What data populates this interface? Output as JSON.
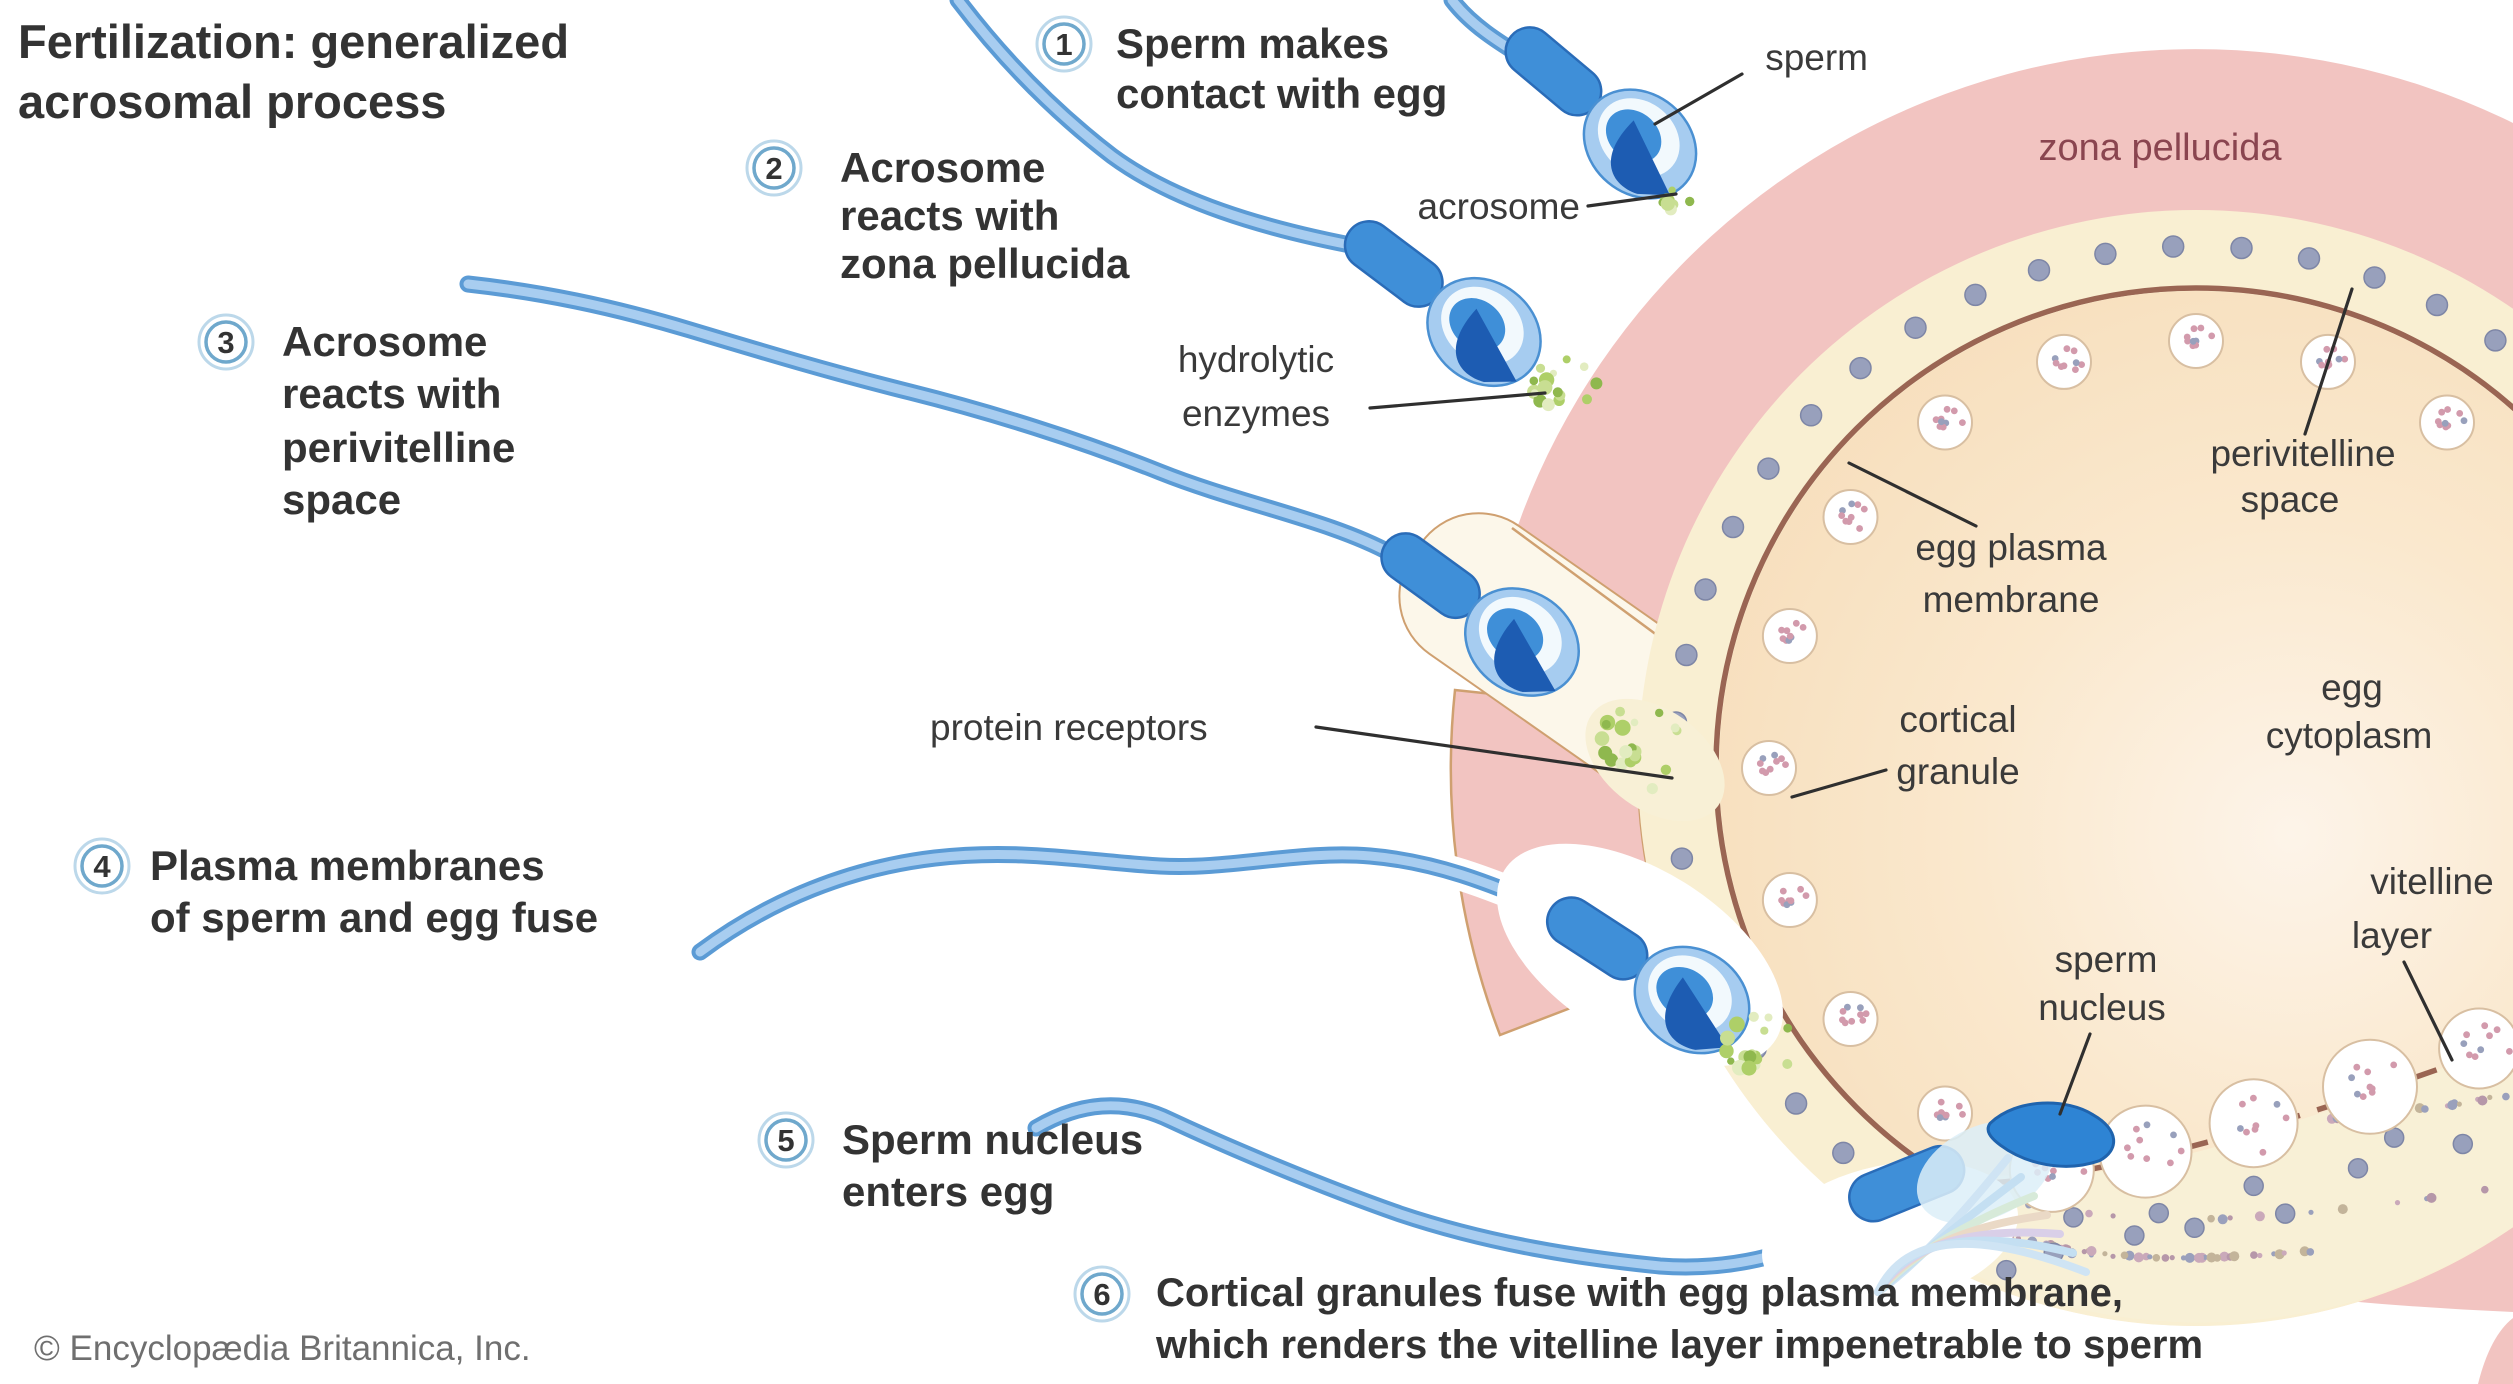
{
  "title": {
    "line1": "Fertilization: generalized",
    "line2": "acrosomal process"
  },
  "steps": [
    {
      "num": "1",
      "lines": [
        "Sperm makes",
        "contact with egg"
      ]
    },
    {
      "num": "2",
      "lines": [
        "Acrosome",
        "reacts with",
        "zona pellucida"
      ]
    },
    {
      "num": "3",
      "lines": [
        "Acrosome",
        "reacts with",
        "perivitelline",
        "space"
      ]
    },
    {
      "num": "4",
      "lines": [
        "Plasma membranes",
        "of sperm and egg fuse"
      ]
    },
    {
      "num": "5",
      "lines": [
        "Sperm nucleus",
        "enters egg"
      ]
    },
    {
      "num": "6",
      "lines": [
        "Cortical granules fuse with egg plasma membrane,",
        "which renders the vitelline layer impenetrable to sperm"
      ]
    }
  ],
  "labels": {
    "sperm": "sperm",
    "acrosome": "acrosome",
    "zona_pellucida": "zona pellucida",
    "hydrolytic_enzymes": [
      "hydrolytic",
      "enzymes"
    ],
    "egg_plasma_membrane": [
      "egg plasma",
      "membrane"
    ],
    "perivitelline_space": [
      "perivitelline",
      "space"
    ],
    "protein_receptors": "protein receptors",
    "cortical_granule": [
      "cortical",
      "granule"
    ],
    "egg_cytoplasm": [
      "egg",
      "cytoplasm"
    ],
    "vitelline_layer": [
      "vitelline",
      "layer"
    ],
    "sperm_nucleus": [
      "sperm",
      "nucleus"
    ]
  },
  "credit": "© Encyclopædia Britannica, Inc.",
  "palette": {
    "background": "#ffffff",
    "zona_pink": "#f2c4c1",
    "zona_edge": "#cfa070",
    "cream": "#f9efd2",
    "cytoplasm": "#f7dcb8",
    "cytoplasm_light": "#fdf3e6",
    "membrane_brown": "#9a6553",
    "receptor_dot": "#98a0bc",
    "receptor_dot_edge": "#7e86a6",
    "sperm_blue": "#3f8fd8",
    "sperm_light": "#a6ccf0",
    "sperm_dark": "#1d5cb2",
    "sperm_outline": "#2a6cb8",
    "enzyme_green": "#a9cc62",
    "granule_speckle": "#d29aac",
    "granule_edge": "#d8bfa2",
    "text_dark": "#333333",
    "label_gray": "#3a3a3a",
    "zona_label": "#8a4550",
    "credit_gray": "#6f6f6f",
    "leader": "#2f2f2f",
    "step_ring": "#6fa8cc",
    "step_ring_outer": "#bcd8ea"
  }
}
